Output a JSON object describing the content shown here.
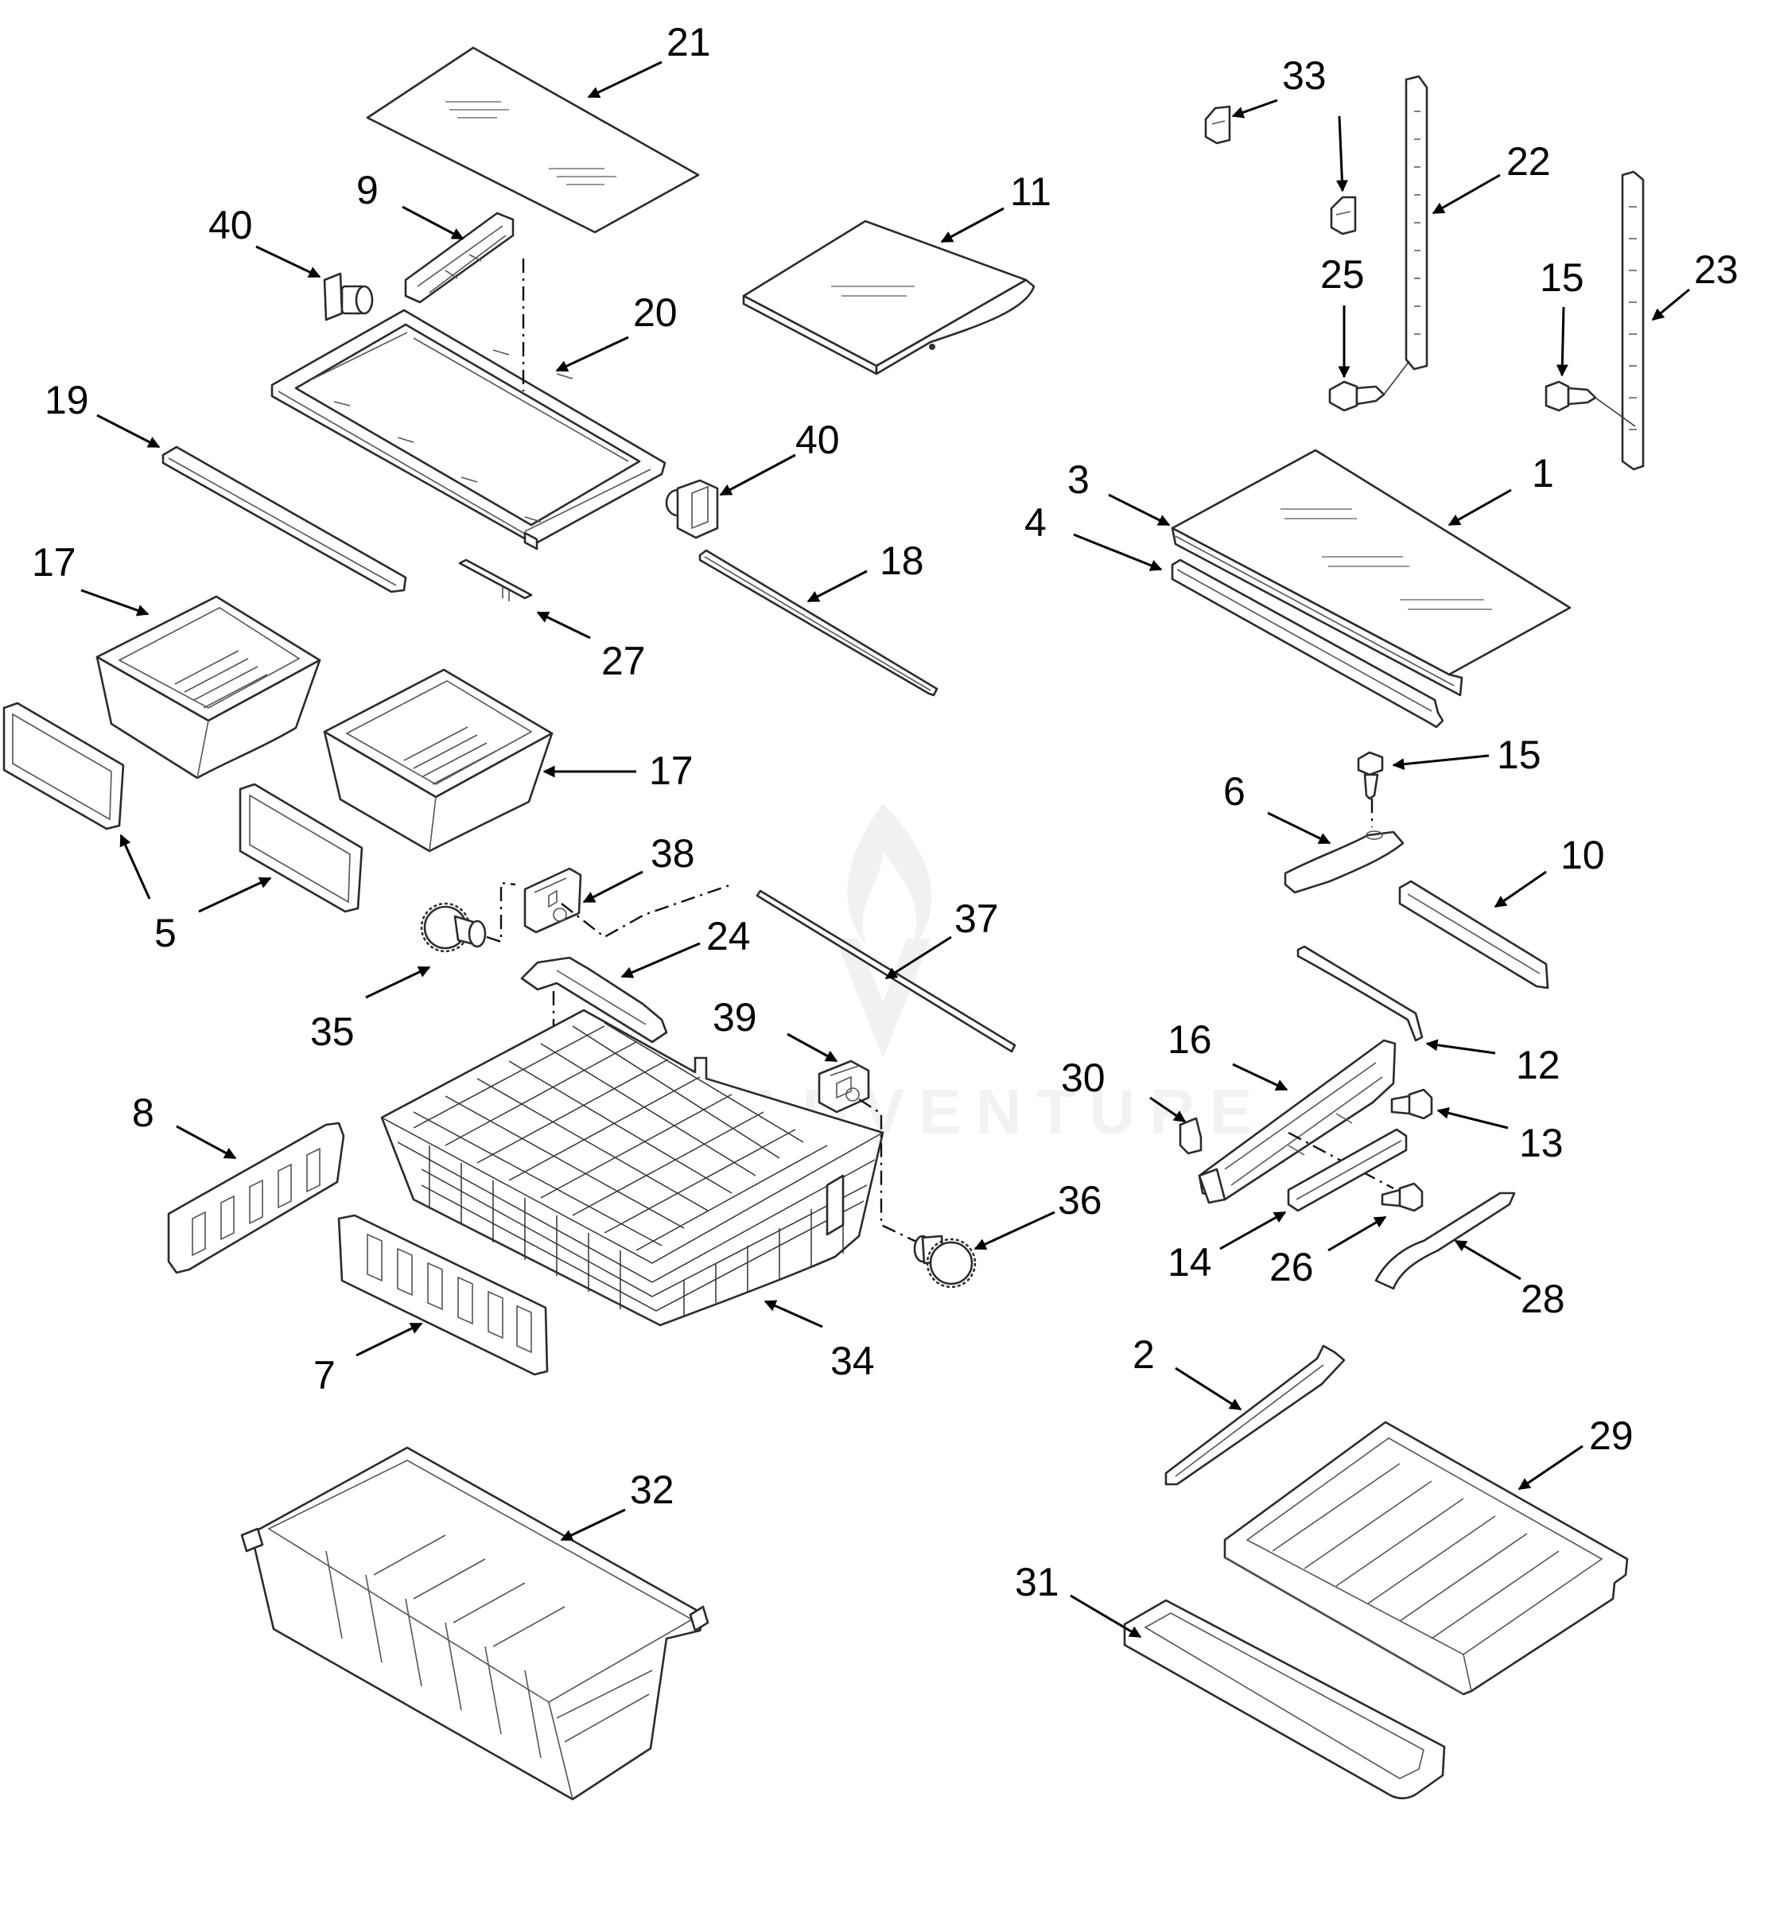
{
  "watermark": {
    "text": "APPADVENTURE"
  },
  "callouts": {
    "c1": "1",
    "c2": "2",
    "c3": "3",
    "c4": "4",
    "c5": "5",
    "c6": "6",
    "c7": "7",
    "c8": "8",
    "c9": "9",
    "c10": "10",
    "c11": "11",
    "c12": "12",
    "c13": "13",
    "c14": "14",
    "c15a": "15",
    "c15b": "15",
    "c16": "16",
    "c17a": "17",
    "c17b": "17",
    "c18": "18",
    "c19": "19",
    "c20": "20",
    "c21": "21",
    "c22": "22",
    "c23": "23",
    "c24": "24",
    "c25": "25",
    "c26": "26",
    "c27": "27",
    "c28": "28",
    "c29": "29",
    "c30": "30",
    "c31": "31",
    "c32": "32",
    "c33": "33",
    "c34": "34",
    "c35": "35",
    "c36": "36",
    "c37": "37",
    "c38": "38",
    "c39": "39",
    "c40a": "40",
    "c40b": "40"
  }
}
